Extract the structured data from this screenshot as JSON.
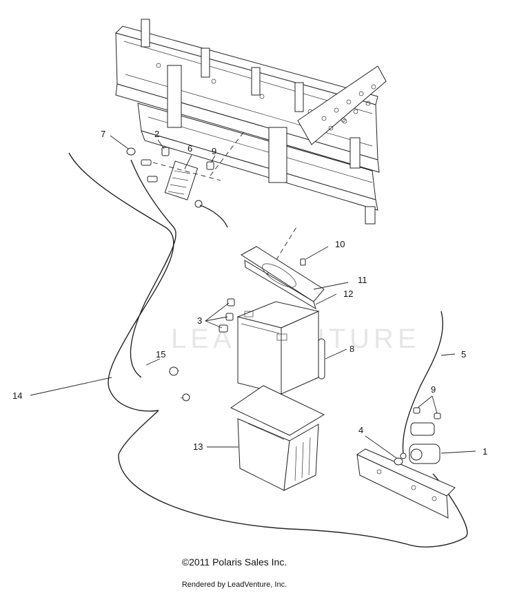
{
  "diagram": {
    "watermark": "LEADVENTURE",
    "callouts": [
      "1",
      "2",
      "3",
      "4",
      "5",
      "6",
      "7",
      "8",
      "9",
      "9",
      "10",
      "11",
      "12",
      "13",
      "14",
      "15"
    ]
  },
  "footer": {
    "copyright": "©2011 Polaris Sales Inc.",
    "rendered_by": "Rendered by LeadVenture, Inc."
  }
}
